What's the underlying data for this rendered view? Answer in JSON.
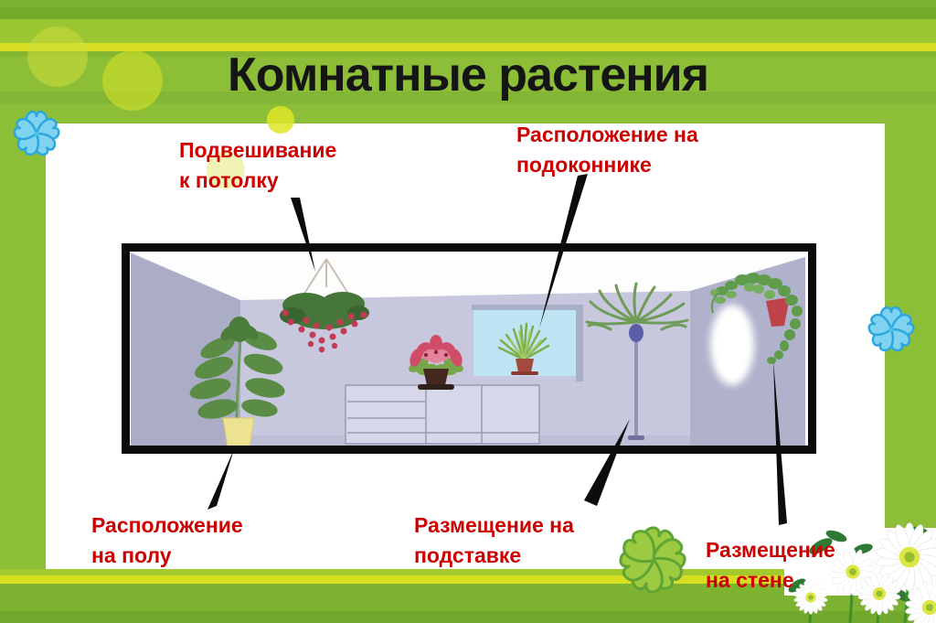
{
  "slide": {
    "title": "Комнатные растения"
  },
  "diagram": {
    "labels": {
      "ceiling": {
        "line1": "Подвешивание",
        "line2": "к потолку"
      },
      "windowsill": {
        "line1": "Расположение на",
        "line2": "подоконнике"
      },
      "floor": {
        "line1": "Расположение",
        "line2": "на полу"
      },
      "stand": {
        "line1": "Размещение на",
        "line2": "подставке"
      },
      "wall": {
        "line1": "Размещение",
        "line2": "на стене"
      }
    },
    "room_objects": [
      "hanging-basket-plant",
      "floor-plant-in-yellow-pot",
      "flower-pot-on-cabinet",
      "windowsill-plant",
      "palm-on-tall-stand",
      "wall-mounted-trailing-plant"
    ]
  },
  "colors": {
    "label_red": "#cc0000",
    "title_black": "#151515",
    "background_green": "#8cbe37",
    "stripe_yellow": "#d8df22",
    "back_wall_lavender": "#c7c8de",
    "window_blue": "#bfe5f5",
    "flower_blue": "#80d3f0",
    "clover_green": "#9ccb41",
    "daisy_center_yellow": "#dce645"
  },
  "decorations": {
    "top_left": "blue-flower",
    "middle_right": "blue-flower",
    "bottom_center": "green-clover",
    "bottom_right_corner": "daisies"
  }
}
